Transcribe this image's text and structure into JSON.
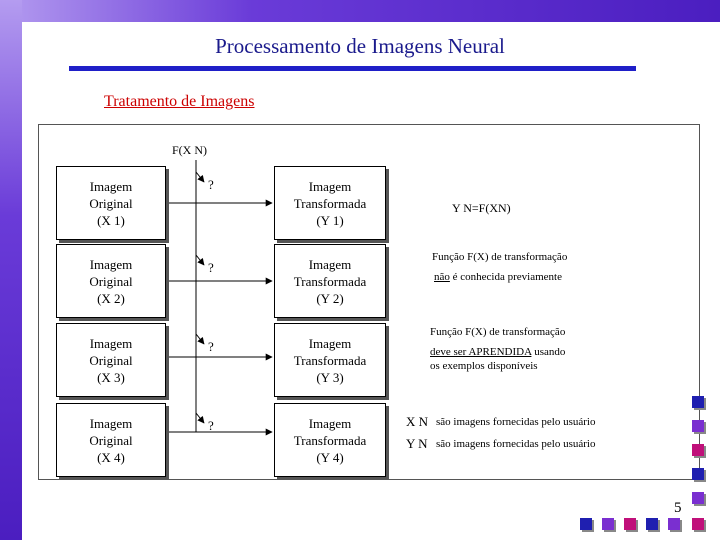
{
  "slide": {
    "title": "Processamento de Imagens Neural",
    "subtitle": "Tratamento de Imagens",
    "page_number": "5"
  },
  "diagram": {
    "function_label": "F(X N)",
    "question_mark": "?",
    "rows": [
      {
        "input": [
          "Imagem",
          "Original",
          "(X 1)"
        ],
        "output": [
          "Imagem",
          "Transformada",
          "(Y 1)"
        ]
      },
      {
        "input": [
          "Imagem",
          "Original",
          "(X 2)"
        ],
        "output": [
          "Imagem",
          "Transformada",
          "(Y 2)"
        ]
      },
      {
        "input": [
          "Imagem",
          "Original",
          "(X 3)"
        ],
        "output": [
          "Imagem",
          "Transformada",
          "(Y 3)"
        ]
      },
      {
        "input": [
          "Imagem",
          "Original",
          "(X 4)"
        ],
        "output": [
          "Imagem",
          "Transformada",
          "(Y 4)"
        ]
      }
    ]
  },
  "notes": {
    "yn_eq": "Y N=F(XN)",
    "note1_line1": "Função F(X) de transformação",
    "note1_line2_u": "não",
    "note1_line2_rest": " é conhecida previamente",
    "note2_line1": "Função F(X) de transformação",
    "note2_line2_u": "deve ser APRENDIDA",
    "note2_line2_rest": " usando",
    "note2_line3": "os exemplos disponíveis",
    "xn_label": "X N",
    "xn_text": "são imagens fornecidas pelo usuário",
    "yn_label": "Y N",
    "yn_text": "são imagens fornecidas pelo usuário"
  },
  "colors": {
    "title": "#1a1a8c",
    "title_bar": "#1f1fc8",
    "subtitle": "#cc0000",
    "sq_blue": "#1f1fb0",
    "sq_purple": "#7a2fd0",
    "sq_magenta": "#c0107a"
  }
}
